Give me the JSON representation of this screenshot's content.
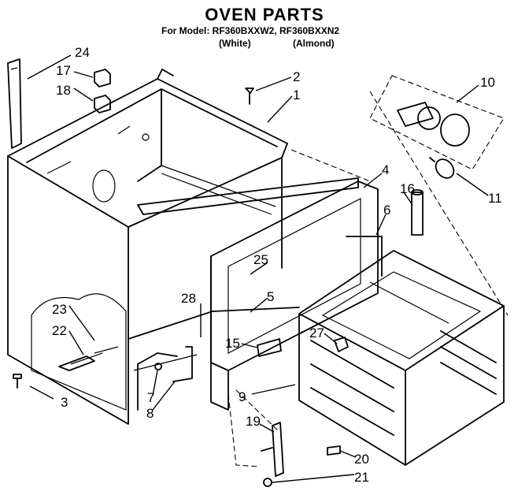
{
  "header": {
    "title": "OVEN PARTS",
    "model_line": "For Model: RF360BXXW2, RF360BXXN2",
    "variant_white": "(White)",
    "variant_almond": "(Almond)"
  },
  "callouts": {
    "c1": "1",
    "c2": "2",
    "c3": "3",
    "c4": "4",
    "c5": "5",
    "c6": "6",
    "c7": "7",
    "c8": "8",
    "c9": "9",
    "c10": "10",
    "c11": "11",
    "c15": "15",
    "c16": "16",
    "c17": "17",
    "c18": "18",
    "c19": "19",
    "c20": "20",
    "c21": "21",
    "c22": "22",
    "c23": "23",
    "c24": "24",
    "c25": "25",
    "c27": "27",
    "c28": "28"
  }
}
